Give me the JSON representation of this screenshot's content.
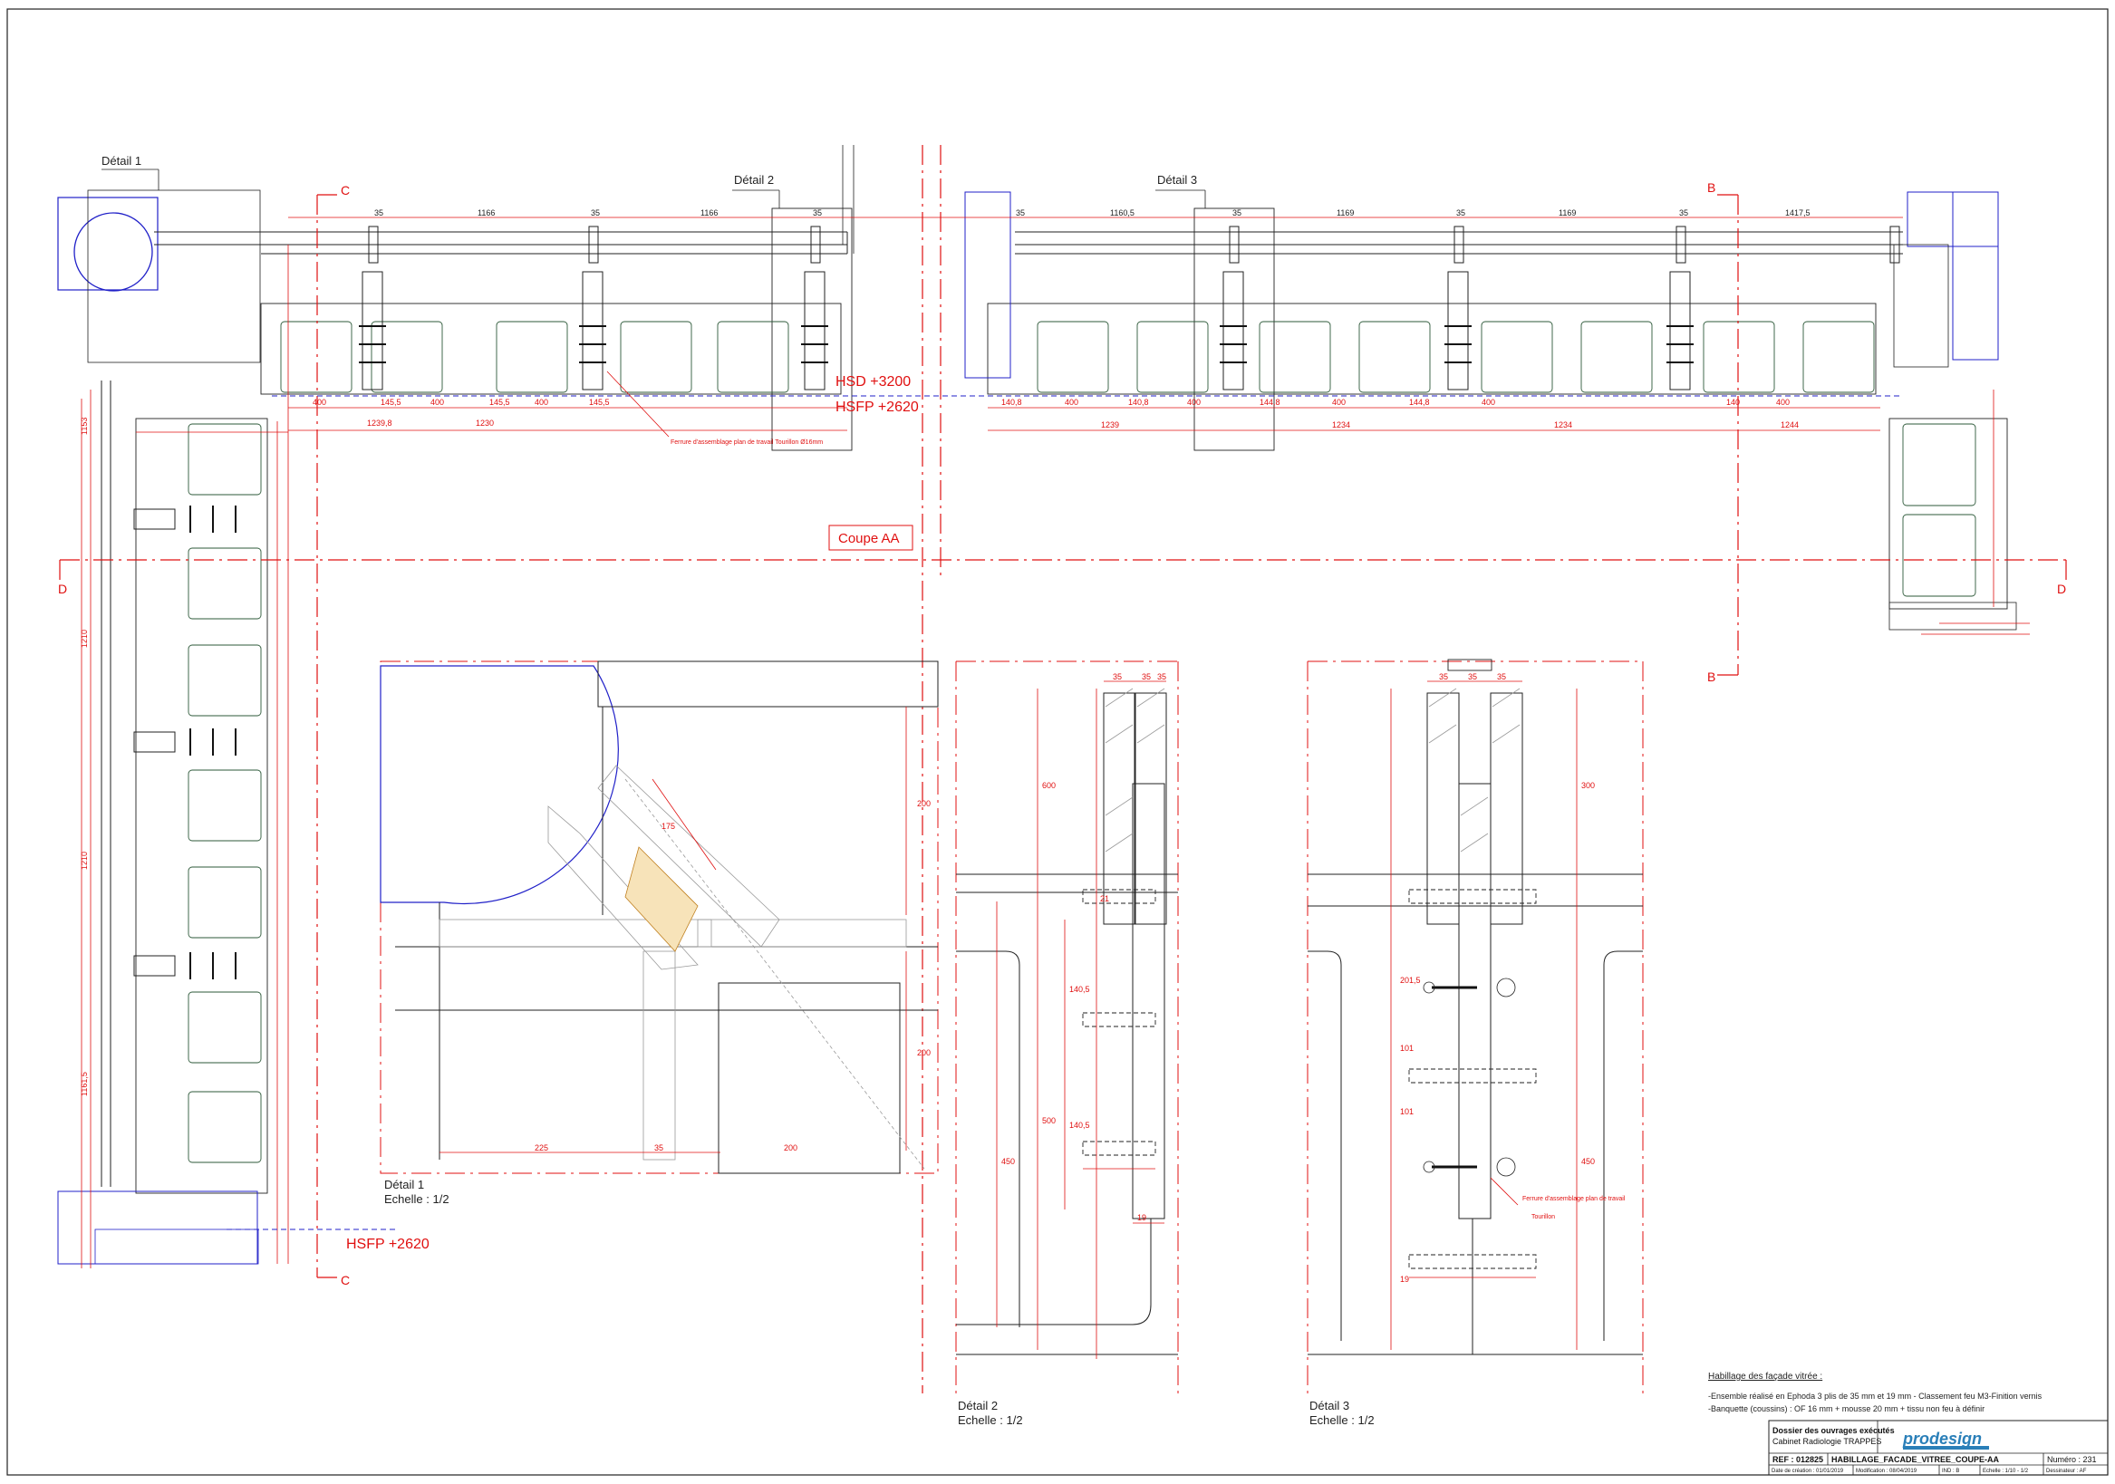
{
  "labels": {
    "detail1": "Détail 1",
    "detail2": "Détail 2",
    "detail3": "Détail 3",
    "coupe": "Coupe AA",
    "section_c": "C",
    "section_d": "D",
    "section_b": "B",
    "hsd": "HSD +3200",
    "hsfp": "HSFP +2620",
    "detail1_caption": "Détail 1",
    "detail1_scale": "Echelle : 1/2",
    "detail2_caption": "Détail 2",
    "detail2_scale": "Echelle : 1/2",
    "detail3_caption": "Détail 3",
    "detail3_scale": "Echelle : 1/2",
    "ferrure1": "Ferrure d'assemblage plan de travail Tourillon Ø16mm",
    "ferrure2": "Ferrure d'assemblage plan de travail",
    "tourillon": "Tourillon"
  },
  "notes": {
    "title": "Habillage des façade vitrée :",
    "line1": "-Ensemble réalisé en Ephoda 3 plis de 35 mm et 19 mm - Classement feu M3-Finition vernis",
    "line2": "-Banquette (coussins) : OF 16 mm + mousse 20 mm + tissu non feu à définir"
  },
  "title_block": {
    "project": "Dossier des ouvrages exécutés",
    "client": "Cabinet Radiologie TRAPPES",
    "company": "prodesign",
    "ref": "REF : 012825",
    "drawing": "HABILLAGE_FACADE_VITREE_COUPE-AA",
    "numero": "Numéro : 231",
    "created": "Date de création : 01/01/2019",
    "modified": "Modification : 08/04/2019",
    "ind": "IND : B",
    "scale": "Echelle : 1/10 - 1/2",
    "drawer": "Dessinateur : AF"
  },
  "dimensions": {
    "top_left_run": [
      "35",
      "1166",
      "35",
      "1166",
      "35"
    ],
    "top_right_run": [
      "35",
      "1160,5",
      "35",
      "1169",
      "35",
      "1169",
      "35",
      "1417,5"
    ],
    "bottom_left_run": [
      "400",
      "145,5",
      "400",
      "145,5",
      "400",
      "145,5"
    ],
    "bottom_right_run": [
      "140,8",
      "400",
      "140,8",
      "400",
      "144,8",
      "400",
      "144,8",
      "400",
      "140",
      "400"
    ],
    "overall_left": [
      "1239,8",
      "1230"
    ],
    "overall_right": [
      "1239",
      "1234",
      "1234",
      "1244"
    ],
    "vertical_left": [
      "1153",
      "1210",
      "1210",
      "1161,5"
    ],
    "detail1": [
      "225",
      "35",
      "200",
      "175",
      "200",
      "200"
    ],
    "detail2": [
      "35",
      "35",
      "35",
      "600",
      "140,5",
      "500",
      "450",
      "19",
      "140,5",
      "21"
    ],
    "detail3": [
      "35",
      "35",
      "35",
      "300",
      "201,5",
      "101",
      "101",
      "450",
      "19"
    ]
  }
}
